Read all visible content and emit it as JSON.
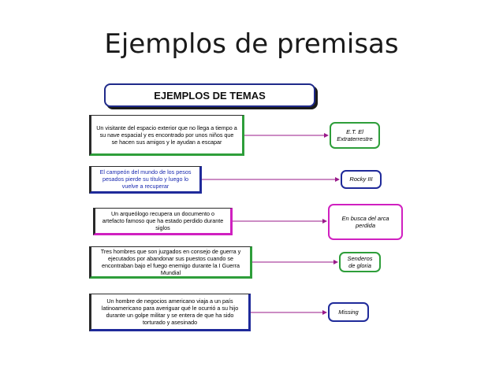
{
  "slide": {
    "title": "Ejemplos de premisas"
  },
  "diagram": {
    "header": "EJEMPLOS DE TEMAS",
    "rows": [
      {
        "premise": "Un visitante del espacio exterior que no llega a tiempo a su nave espacial y es encontrado por unos niños que se hacen sus amigos y le ayudan a escapar",
        "film": "E.T. El Extraterrestre"
      },
      {
        "premise": "El campeón del mundo de los pesos pesados pierde su título y luego lo vuelve a recuperar",
        "film": "Rocky III"
      },
      {
        "premise": "Un arqueólogo recupera un documento o artefacto famoso que ha estado perdido durante siglos",
        "film": "En busca del arca perdida"
      },
      {
        "premise": "Tres hombres que son juzgados en consejo de guerra y ejecutados por abandonar sus puestos cuando se encontraban bajo el fuego enemigo durante la I Guerra Mundial",
        "film": "Senderos de gloria"
      },
      {
        "premise": "Un hombre de negocios americano viaja a un país latinoamericano para averiguar qué le ocurrió a su hijo durante un golpe militar y se entera de que ha sido torturado y asesinado",
        "film": "Missing"
      }
    ],
    "colors": {
      "green": "#2e9e3a",
      "blue": "#1f2a9a",
      "magenta": "#d020c0",
      "arrow": "#9a1a8a"
    }
  }
}
